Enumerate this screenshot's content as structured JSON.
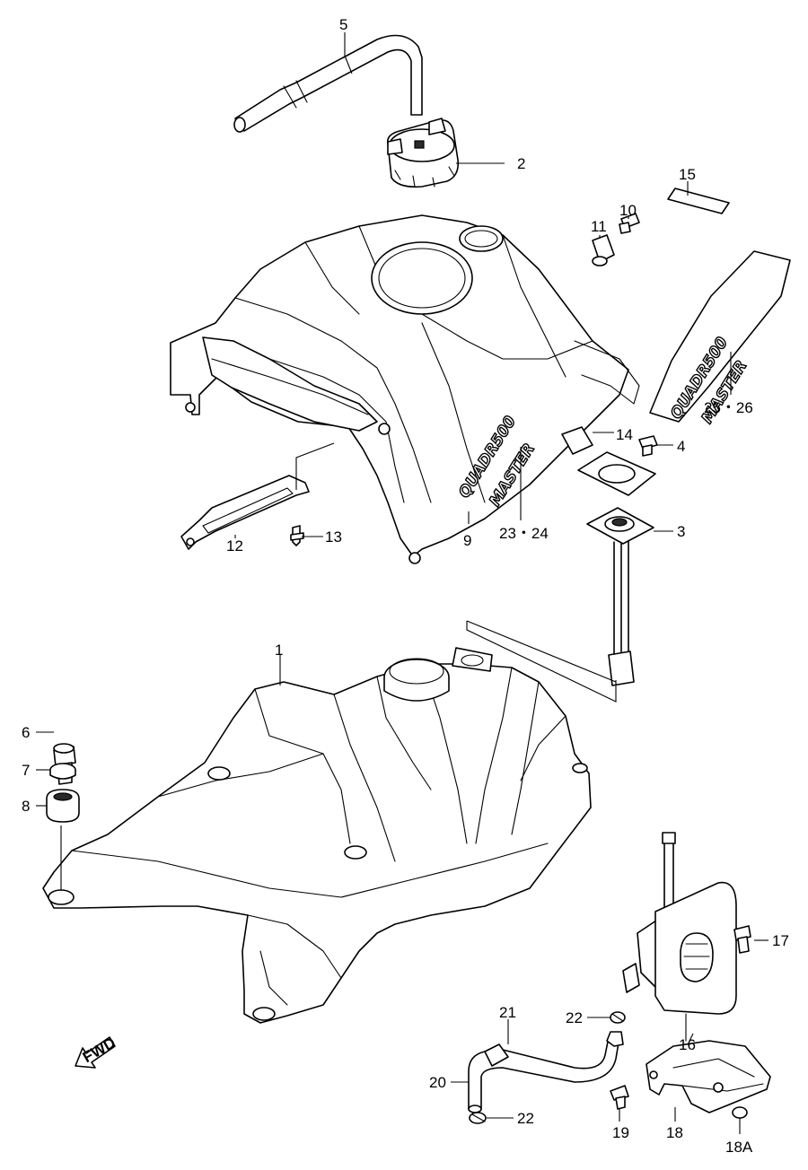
{
  "callouts": {
    "c1": "1",
    "c2": "2",
    "c3": "3",
    "c4": "4",
    "c5": "5",
    "c6": "6",
    "c7": "7",
    "c8": "8",
    "c9": "9",
    "c10": "10",
    "c11": "11",
    "c12": "12",
    "c13": "13",
    "c14": "14",
    "c15": "15",
    "c16": "16",
    "c17": "17",
    "c18": "18",
    "c18a": "18A",
    "c19": "19",
    "c20": "20",
    "c21": "21",
    "c22a": "22",
    "c22b": "22",
    "c23_24": "23・24",
    "c25_26": "25・26"
  },
  "decals": {
    "tank_cover_line1": "QUADR500",
    "tank_cover_line2": "MASTER",
    "emblem_line1": "QUADR500",
    "emblem_line2": "MASTER"
  },
  "fwd_marker": "FWD"
}
